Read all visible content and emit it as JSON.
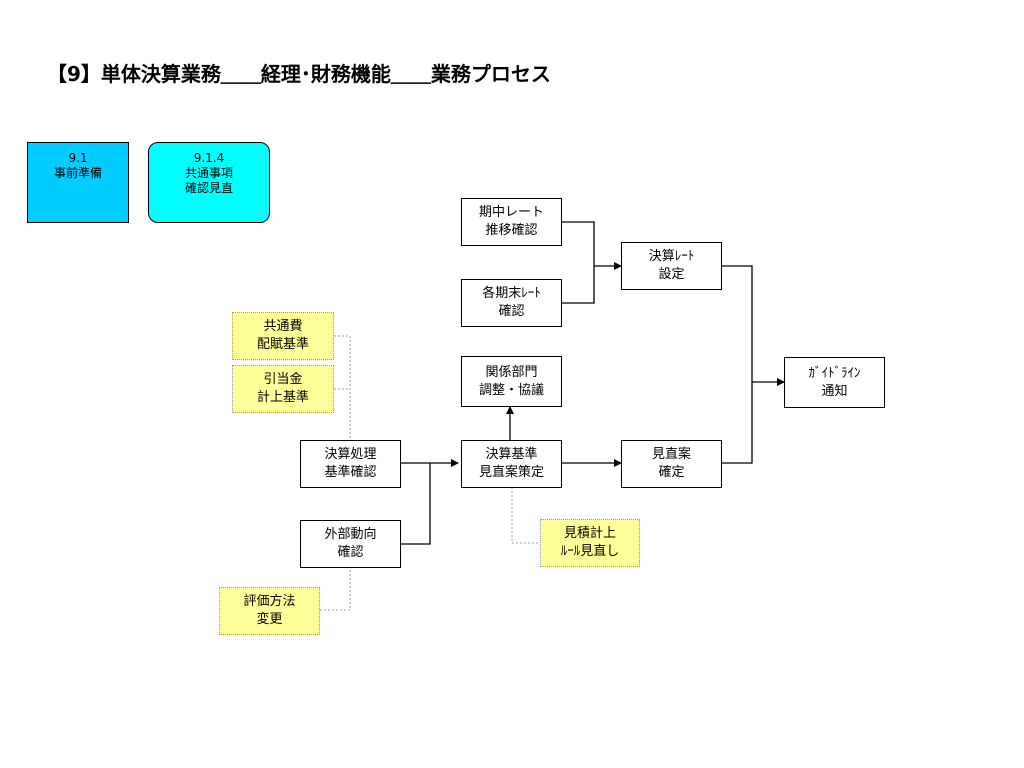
{
  "title": "【9】単体決算業務＿＿経理･財務機能＿＿業務プロセス",
  "tabs": [
    {
      "lines": [
        "9.1",
        "事前準備"
      ]
    },
    {
      "lines": [
        "9.1.4",
        "共通事項",
        "確認見直"
      ]
    }
  ],
  "process": {
    "kichu_rate": [
      "期中レート",
      "推移確認"
    ],
    "kakukimatsu_rate": [
      "各期末ﾚｰﾄ",
      "確認"
    ],
    "kessan_rate": [
      "決算ﾚｰﾄ",
      "設定"
    ],
    "kankei_bumon": [
      "関係部門",
      "調整・協議"
    ],
    "kessan_shori": [
      "決算処理",
      "基準確認"
    ],
    "kessan_kijun": [
      "決算基準",
      "見直案策定"
    ],
    "minaoshi_an": [
      "見直案",
      "確定"
    ],
    "guideline": [
      "ｶﾞｲﾄﾞﾗｲﾝ",
      "通知"
    ],
    "gaibu_doukou": [
      "外部動向",
      "確認"
    ]
  },
  "notes": {
    "kyoutsuuhi": [
      "共通費",
      "配賦基準"
    ],
    "hikiatekin": [
      "引当金",
      "計上基準"
    ],
    "mitsumori": [
      "見積計上",
      "ﾙｰﾙ見直し"
    ],
    "hyouka": [
      "評価方法",
      "変更"
    ]
  }
}
